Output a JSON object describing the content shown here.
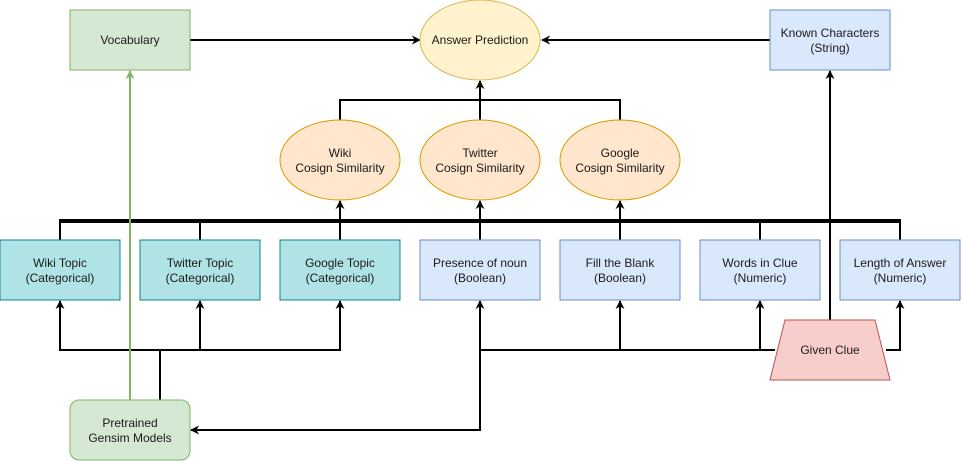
{
  "colors": {
    "green_fill": "#d5e8d4",
    "green_stroke": "#82b366",
    "orange_fill": "#ffe6cc",
    "orange_stroke": "#d79b00",
    "cyan_fill": "#b0e3e6",
    "cyan_stroke": "#0e8088",
    "blue_fill": "#dae8fc",
    "blue_stroke": "#6c8ebf",
    "red_fill": "#f8cecc",
    "red_stroke": "#b85450",
    "edge": "#000000"
  },
  "nodes": {
    "vocabulary": {
      "lines": [
        "Vocabulary"
      ]
    },
    "answer_prediction": {
      "lines": [
        "Answer Prediction"
      ]
    },
    "known_characters": {
      "lines": [
        "Known Characters",
        "(String)"
      ]
    },
    "wiki_cosign": {
      "lines": [
        "Wiki",
        "Cosign Similarity"
      ]
    },
    "twitter_cosign": {
      "lines": [
        "Twitter",
        "Cosign Similarity"
      ]
    },
    "google_cosign": {
      "lines": [
        "Google",
        "Cosign Similarity"
      ]
    },
    "wiki_topic": {
      "lines": [
        "Wiki Topic",
        "(Categorical)"
      ]
    },
    "twitter_topic": {
      "lines": [
        "Twitter Topic",
        "(Categorical)"
      ]
    },
    "google_topic": {
      "lines": [
        "Google Topic",
        "(Categorical)"
      ]
    },
    "presence_noun": {
      "lines": [
        "Presence of noun",
        "(Boolean)"
      ]
    },
    "fill_blank": {
      "lines": [
        "Fill the Blank",
        "(Boolean)"
      ]
    },
    "words_in_clue": {
      "lines": [
        "Words in Clue",
        "(Numeric)"
      ]
    },
    "length_answer": {
      "lines": [
        "Length of Answer",
        "(Numeric)"
      ]
    },
    "given_clue": {
      "lines": [
        "Given Clue"
      ]
    },
    "pretrained": {
      "lines": [
        "Pretrained",
        "Gensim Models"
      ]
    }
  }
}
